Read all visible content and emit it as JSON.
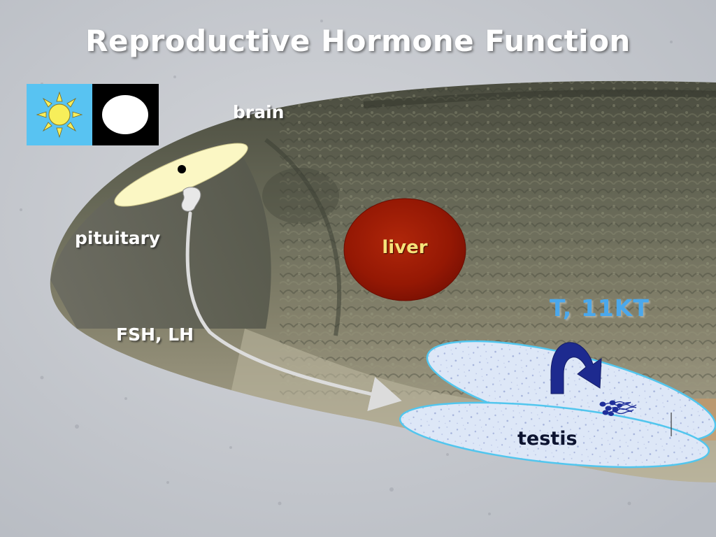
{
  "slide": {
    "title": "Reproductive Hormone Function",
    "labels": {
      "brain": "brain",
      "pituitary": "pituitary",
      "hormones": "FSH, LH",
      "liver": "liver",
      "steroids": "T, 11KT",
      "testis": "testis"
    },
    "photoperiod": {
      "day_icon": "sun-icon",
      "night_icon": "moon-icon"
    },
    "colors": {
      "title": "#ffffff",
      "brain_fill": "#fbf7c4",
      "pituitary_fill": "#e8e8e8",
      "liver_fill": "#9c1a05",
      "liver_text": "#f6e27a",
      "steroid_text": "#4aa8ec",
      "testis_fill": "#dbe6f7",
      "testis_outline": "#52c6ee",
      "feedback_arrow": "#1d2a8f",
      "pathway_arrow": "#dcdcdc",
      "day_background": "#58c3f2",
      "night_background": "#000000"
    }
  }
}
